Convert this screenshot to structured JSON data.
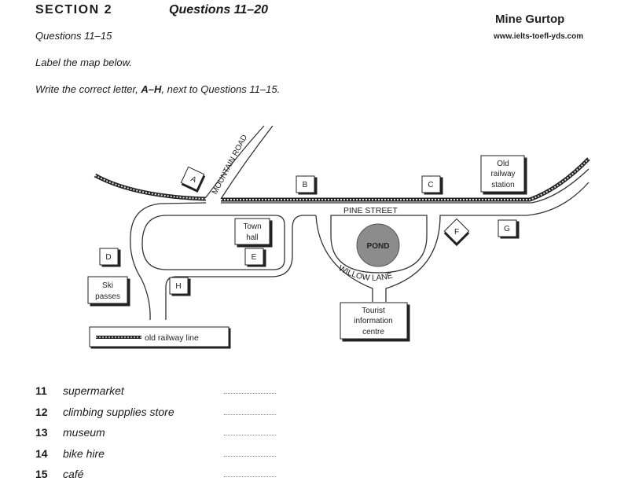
{
  "header": {
    "section": "SECTION 2",
    "questions_range": "Questions 11–20",
    "author": "Mine Gurtop",
    "website": "www.ielts-toefl-yds.com"
  },
  "instructions": {
    "subrange": "Questions 11–15",
    "line1": "Label the map below.",
    "line2_prefix": "Write the correct letter, ",
    "line2_letters": "A–H",
    "line2_mid": ", next to Questions ",
    "line2_range": "11–15",
    "line2_suffix": "."
  },
  "map": {
    "roads": {
      "mountain": "MOUNTAIN ROAD",
      "pine": "PINE STREET",
      "willow": "WILLOW LANE"
    },
    "pond": "POND",
    "landmarks": {
      "old_station": [
        "Old",
        "railway",
        "station"
      ],
      "town_hall": [
        "Town",
        "hall"
      ],
      "ski_passes": [
        "Ski",
        "passes"
      ],
      "tourist_info": [
        "Tourist",
        "information",
        "centre"
      ]
    },
    "letters": {
      "A": "A",
      "B": "B",
      "C": "C",
      "D": "D",
      "E": "E",
      "F": "F",
      "G": "G",
      "H": "H"
    },
    "legend": "old railway line",
    "colors": {
      "pond": "#8c8c8c",
      "line": "#333333"
    }
  },
  "questions": [
    {
      "num": "11",
      "label": "supermarket"
    },
    {
      "num": "12",
      "label": "climbing supplies store"
    },
    {
      "num": "13",
      "label": "museum"
    },
    {
      "num": "14",
      "label": "bike hire"
    },
    {
      "num": "15",
      "label": "café"
    }
  ]
}
